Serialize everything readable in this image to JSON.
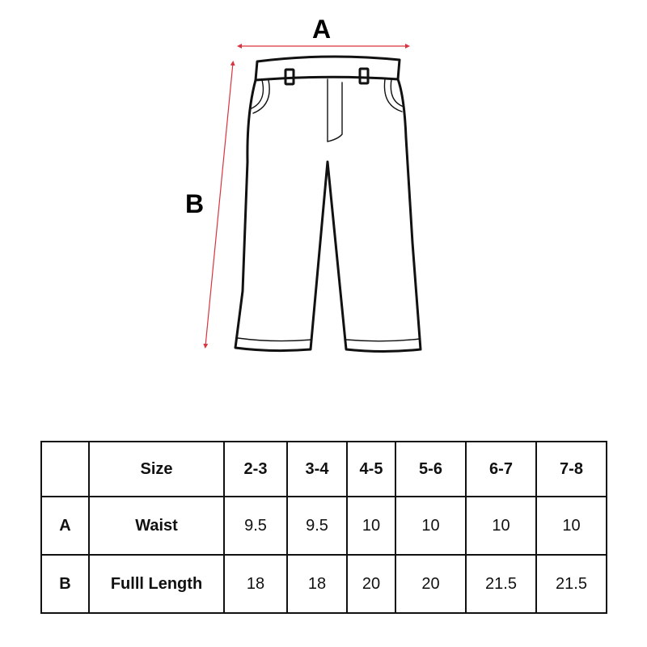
{
  "diagram": {
    "label_a": "A",
    "label_b": "B",
    "measure_color": "#d9343f",
    "outline_color": "#111111"
  },
  "table": {
    "corner": "",
    "size_header": "Size",
    "sizes": [
      "2-3",
      "3-4",
      "4-5",
      "5-6",
      "6-7",
      "7-8"
    ],
    "rows": [
      {
        "key": "A",
        "name": "Waist",
        "values": [
          "9.5",
          "9.5",
          "10",
          "10",
          "10",
          "10"
        ]
      },
      {
        "key": "B",
        "name": "Fulll Length",
        "values": [
          "18",
          "18",
          "20",
          "20",
          "21.5",
          "21.5"
        ]
      }
    ]
  }
}
